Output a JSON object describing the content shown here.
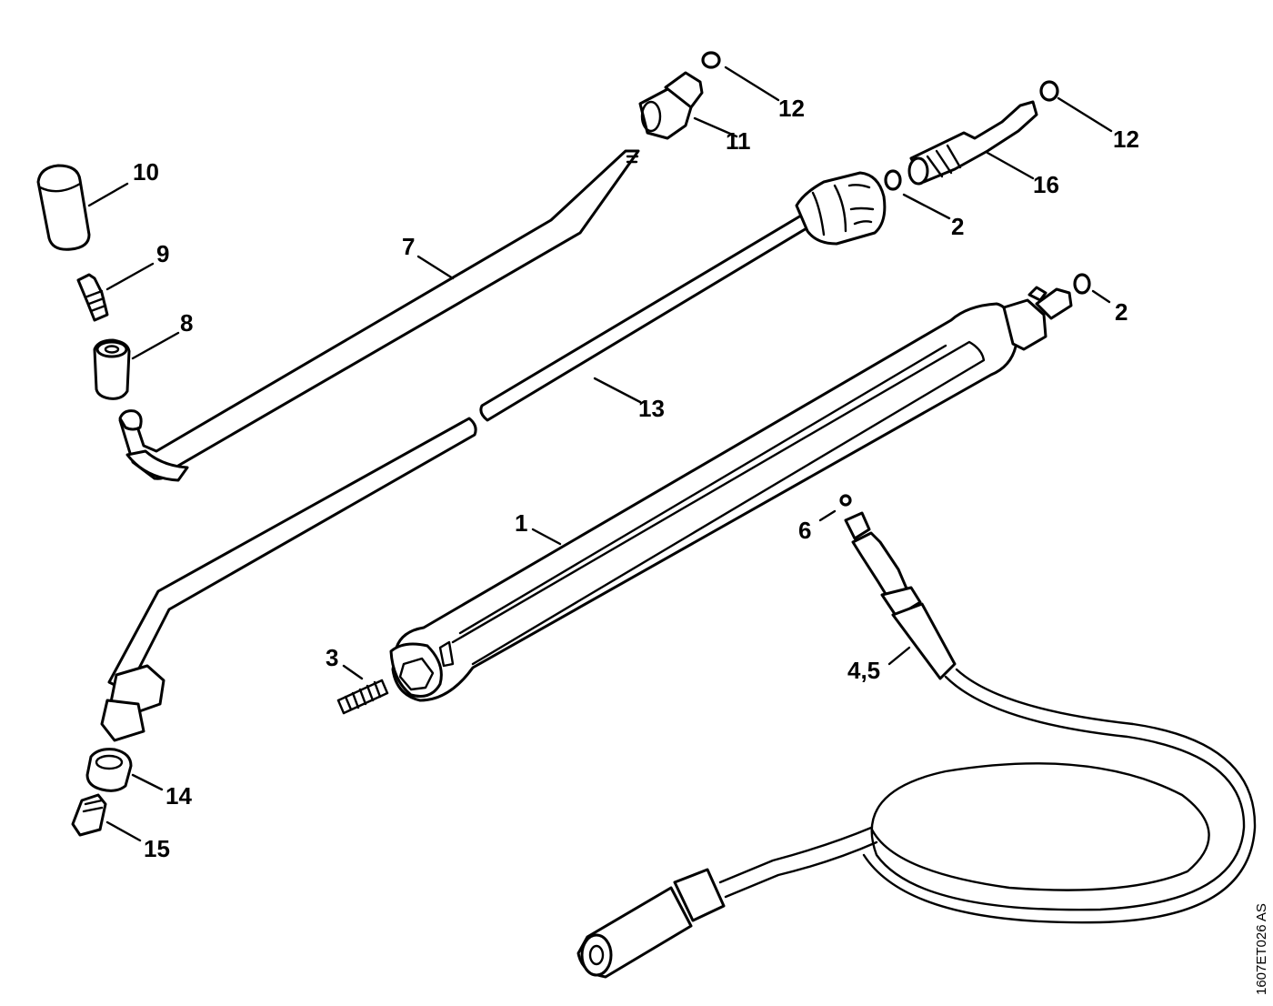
{
  "callouts": {
    "p1": "1",
    "p2a": "2",
    "p2b": "2",
    "p3": "3",
    "p45": "4,5",
    "p6": "6",
    "p7": "7",
    "p8": "8",
    "p9": "9",
    "p10": "10",
    "p11": "11",
    "p12a": "12",
    "p12b": "12",
    "p13": "13",
    "p14": "14",
    "p15": "15",
    "p16": "16"
  },
  "drawing_code": "1607ET026 AS"
}
